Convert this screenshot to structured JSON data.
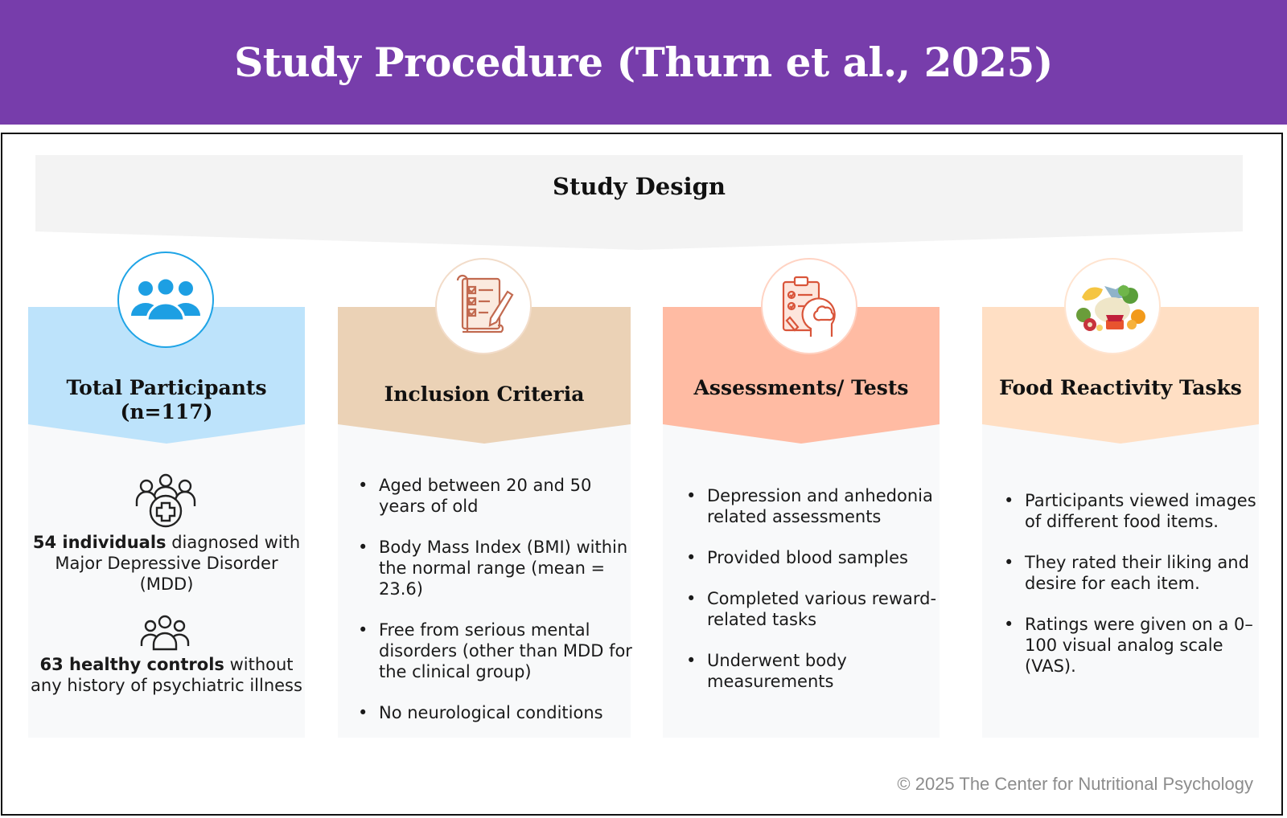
{
  "header": {
    "title": "Study Procedure (Thurn et al., 2025)"
  },
  "design": {
    "title": "Study Design"
  },
  "colors": {
    "header": "#773dab",
    "participants": "#bde3fb",
    "inclusion": "#ebd2b6",
    "assessments": "#ffbba3",
    "food": "#ffdfc4",
    "body": "#f8f9fa"
  },
  "cards": {
    "participants": {
      "title_line1": "Total Participants",
      "title_line2": "(n=117)",
      "icon": "group-icon",
      "group1": {
        "icon": "medical-group-icon",
        "bold": "54 individuals",
        "text": " diagnosed with Major Depressive Disorder (MDD)"
      },
      "group2": {
        "icon": "people-icon",
        "bold": "63 healthy controls",
        "text": " without any history of psychiatric illness"
      }
    },
    "inclusion": {
      "title": "Inclusion Criteria",
      "icon": "checklist-icon",
      "items": [
        "Aged between 20 and 50 years of old",
        "Body Mass Index (BMI) within the normal range (mean = 23.6)",
        "Free from serious mental disorders (other than MDD for the clinical group)",
        "No neurological conditions"
      ]
    },
    "assessments": {
      "title": "Assessments/ Tests",
      "icon": "clipboard-brain-icon",
      "items": [
        "Depression and anhedonia related assessments",
        "Provided blood samples",
        "Completed various reward-related tasks",
        "Underwent body measurements"
      ]
    },
    "food": {
      "title": "Food Reactivity Tasks",
      "icon": "food-icon",
      "items": [
        "Participants viewed images of different food items.",
        "They rated their liking and desire for each item.",
        "Ratings were given on a 0–100 visual analog scale (VAS)."
      ]
    }
  },
  "footer": {
    "copyright": "© 2025 The Center for Nutritional Psychology"
  }
}
